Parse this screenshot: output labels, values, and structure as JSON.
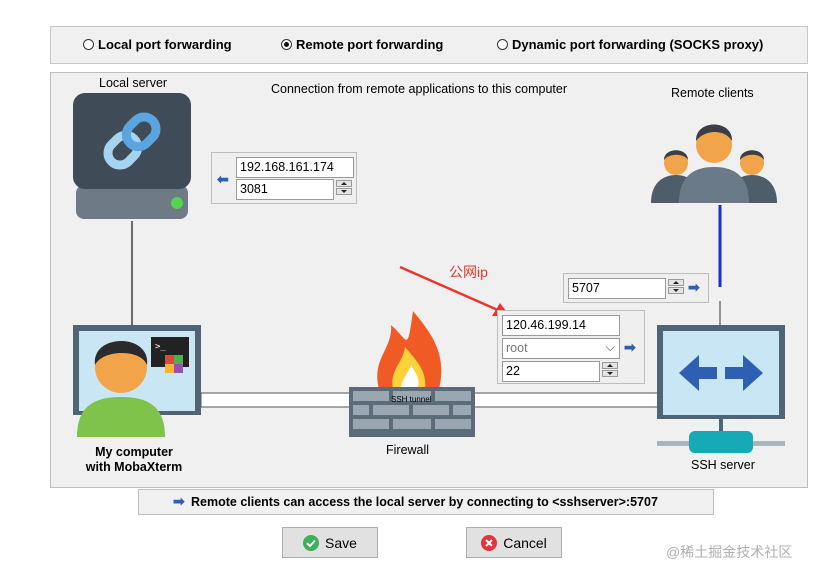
{
  "modes": [
    {
      "label": "Local port forwarding",
      "selected": false
    },
    {
      "label": "Remote port forwarding",
      "selected": true
    },
    {
      "label": "Dynamic port forwarding (SOCKS proxy)",
      "selected": false
    }
  ],
  "diagram": {
    "caption": "Connection from remote applications to this computer",
    "local_server_label": "Local server",
    "remote_clients_label": "Remote clients",
    "my_computer_label_1": "My computer",
    "my_computer_label_2": "with MobaXterm",
    "firewall_label": "Firewall",
    "ssh_server_label": "SSH server",
    "tunnel_label": "SSH tunnel",
    "annotation": "公网ip"
  },
  "local_target": {
    "host": "192.168.161.174",
    "port": "3081"
  },
  "remote_port": "5707",
  "ssh": {
    "server": "120.46.199.14",
    "user_placeholder": "root",
    "port": "22"
  },
  "info_text": "Remote clients can access the local server by connecting to <sshserver>:5707",
  "buttons": {
    "save": "Save",
    "cancel": "Cancel"
  },
  "watermark": "@稀土掘金技术社区",
  "colors": {
    "accent_blue": "#2f5fb3",
    "line_blue": "#1a2fd0",
    "annotation_red": "#e8362f",
    "save_green": "#3db05a",
    "cancel_red": "#e0353b"
  }
}
